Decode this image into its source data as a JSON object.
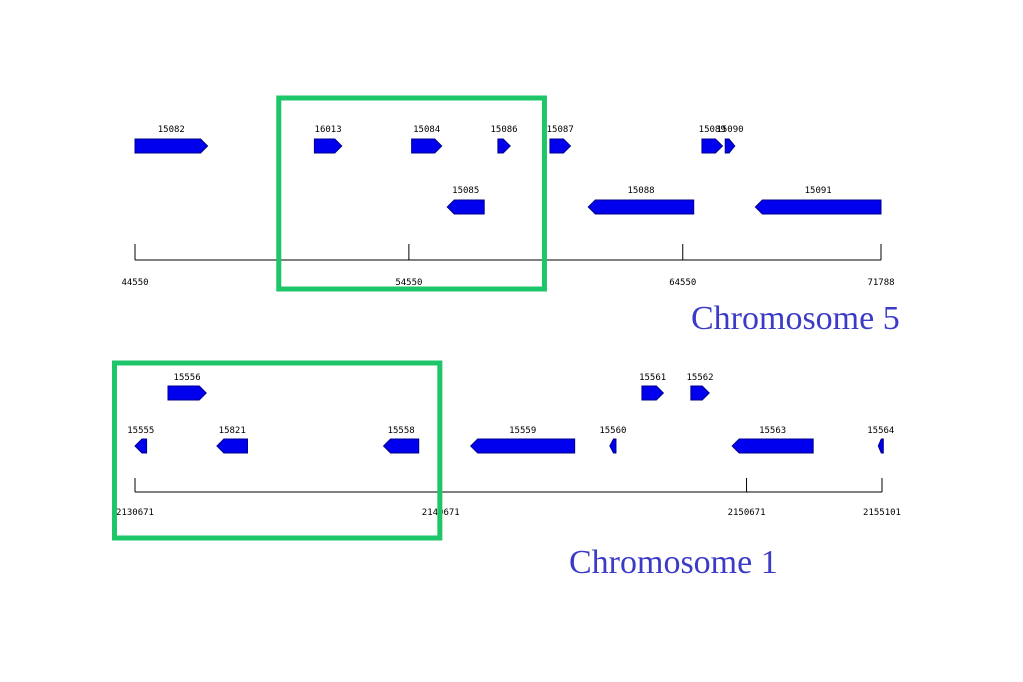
{
  "colors": {
    "gene": "#0000ee",
    "gene_stroke": "#00008b",
    "axis": "#000000",
    "highlight": "#1ec66a",
    "title": "#3b3bc8"
  },
  "chromosome5": {
    "title": "Chromosome 5",
    "scale": {
      "start": 44550,
      "end": 71788,
      "ticks": [
        "44550",
        "54550",
        "64550",
        "71788"
      ]
    },
    "genes": [
      {
        "id": "15082",
        "start": 44550,
        "end": 47200,
        "strand": "+",
        "row": 0
      },
      {
        "id": "16013",
        "start": 51100,
        "end": 52100,
        "strand": "+",
        "row": 0
      },
      {
        "id": "15084",
        "start": 54650,
        "end": 55750,
        "strand": "+",
        "row": 0
      },
      {
        "id": "15086",
        "start": 57800,
        "end": 58250,
        "strand": "+",
        "row": 0
      },
      {
        "id": "15087",
        "start": 59700,
        "end": 60450,
        "strand": "+",
        "row": 0
      },
      {
        "id": "15089",
        "start": 65250,
        "end": 66000,
        "strand": "+",
        "row": 0
      },
      {
        "id": "15090",
        "start": 66100,
        "end": 66450,
        "strand": "+",
        "row": 0
      },
      {
        "id": "15085",
        "start": 55950,
        "end": 57300,
        "strand": "-",
        "row": 1
      },
      {
        "id": "15088",
        "start": 61100,
        "end": 64950,
        "strand": "-",
        "row": 1
      },
      {
        "id": "15091",
        "start": 67200,
        "end": 71788,
        "strand": "-",
        "row": 1
      }
    ]
  },
  "chromosome1": {
    "title": "Chromosome 1",
    "scale": {
      "start": 2130671,
      "end": 2155101,
      "ticks": [
        "2130671",
        "2140671",
        "2150671",
        "2155101"
      ]
    },
    "genes": [
      {
        "id": "15556",
        "start": 2131750,
        "end": 2133000,
        "strand": "+",
        "row": 0
      },
      {
        "id": "15561",
        "start": 2147250,
        "end": 2147950,
        "strand": "+",
        "row": 0
      },
      {
        "id": "15562",
        "start": 2148850,
        "end": 2149450,
        "strand": "+",
        "row": 0
      },
      {
        "id": "15555",
        "start": 2130671,
        "end": 2131050,
        "strand": "-",
        "row": 1
      },
      {
        "id": "15821",
        "start": 2133350,
        "end": 2134350,
        "strand": "-",
        "row": 1
      },
      {
        "id": "15558",
        "start": 2138800,
        "end": 2139950,
        "strand": "-",
        "row": 1
      },
      {
        "id": "15559",
        "start": 2141650,
        "end": 2145050,
        "strand": "-",
        "row": 1
      },
      {
        "id": "15560",
        "start": 2146200,
        "end": 2146400,
        "strand": "-",
        "row": 1
      },
      {
        "id": "15563",
        "start": 2150200,
        "end": 2152850,
        "strand": "-",
        "row": 1
      },
      {
        "id": "15564",
        "start": 2154980,
        "end": 2155101,
        "strand": "-",
        "row": 1
      }
    ]
  },
  "highlights": [
    {
      "chromosome": "chromosome5",
      "start": 49800,
      "end": 59500
    },
    {
      "chromosome": "chromosome1",
      "start": 2130000,
      "end": 2140640
    }
  ]
}
